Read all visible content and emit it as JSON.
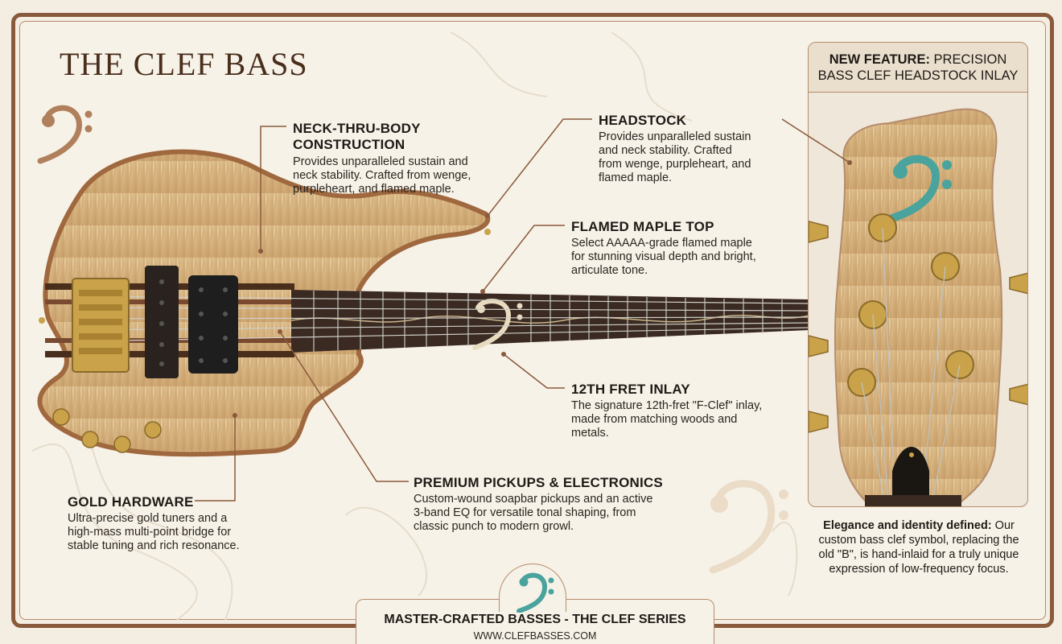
{
  "title": "THE CLEF BASS",
  "colors": {
    "frame": "#8a5a3c",
    "accent": "#b0805c",
    "wood": "#d9b98a",
    "gold": "#c9a24a",
    "abalone": "#5aa8a0"
  },
  "callouts": {
    "neck": {
      "heading_line1": "NECK-THRU-BODY",
      "heading_line2": "CONSTRUCTION",
      "line1": "Provides unparalleled sustain and",
      "line2": "neck stability. Crafted from wenge,",
      "line3": "purpleheart, and flamed maple."
    },
    "headstock": {
      "heading": "HEADSTOCK",
      "line1": "Provides unparalleled sustain",
      "line2": "and neck stability. Crafted",
      "line3": "from wenge, purpleheart, and",
      "line4": "flamed maple."
    },
    "maple": {
      "heading": "FLAMED MAPLE TOP",
      "line1": "Select AAAAA-grade flamed maple",
      "line2": "for stunning visual depth and bright,",
      "line3": "articulate tone."
    },
    "fret": {
      "heading": "12TH FRET INLAY",
      "line1": "The signature 12th-fret \"F-Clef\" inlay,",
      "line2": "made from matching woods and",
      "line3": "metals."
    },
    "pickups": {
      "heading": "PREMIUM PICKUPS & ELECTRONICS",
      "line1": "Custom-wound soapbar pickups and an active",
      "line2": "3-band EQ for versatile tonal shaping, from",
      "line3": "classic punch to modern growl."
    },
    "hardware": {
      "heading": "GOLD HARDWARE",
      "line1": "Ultra-precise gold tuners and a",
      "line2": "high-mass multi-point bridge for",
      "line3": "stable tuning and rich resonance."
    }
  },
  "panel": {
    "label_bold": "NEW FEATURE:",
    "label_rest": " PRECISION",
    "label_line2": "BASS CLEF HEADSTOCK INLAY",
    "desc_bold": "Elegance and identity defined:",
    "desc_rest": " Our custom bass clef symbol, replacing the old \"B\", is hand-inlaid for a truly unique expression of low-frequency focus."
  },
  "footer": {
    "title": "MASTER-CRAFTED BASSES - THE CLEF SERIES",
    "url": "WWW.CLEFBASSES.COM"
  },
  "icons": [
    "bass-clef-icon",
    "bass-clef-inlay-icon",
    "tuner-peg-icon"
  ]
}
